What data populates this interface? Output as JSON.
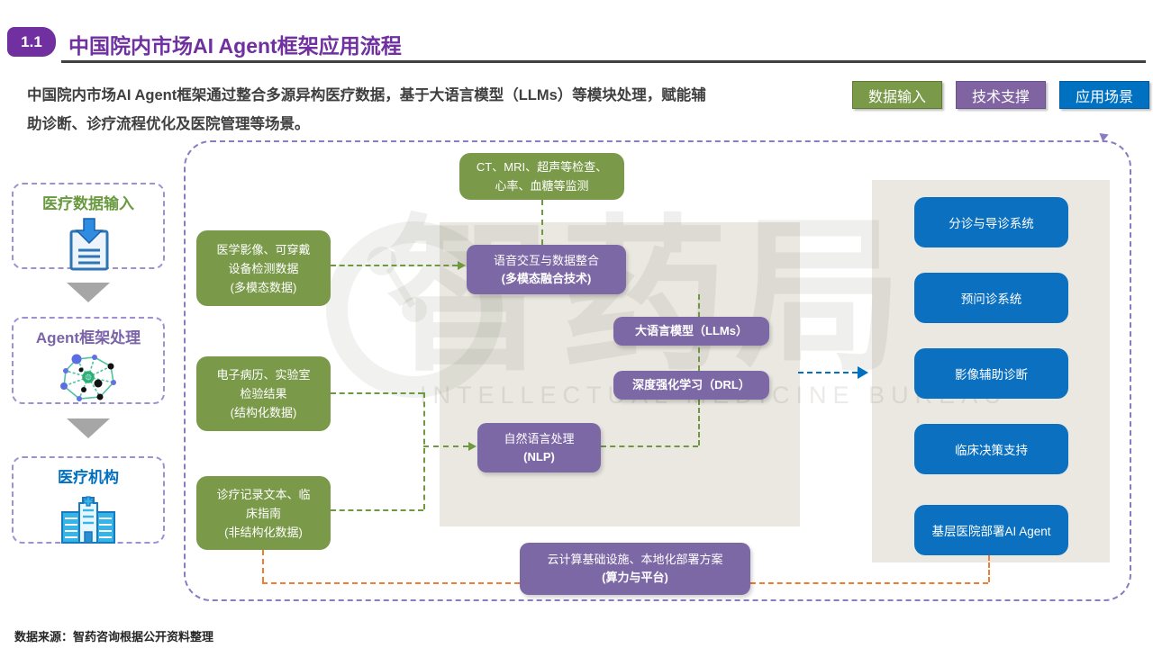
{
  "header": {
    "badge": "1.1",
    "title": "中国院内市场AI Agent框架应用流程",
    "description_line1": "中国院内市场AI Agent框架通过整合多源异构医疗数据，基于大语言模型（LLMs）等模块处理，赋能辅",
    "description_line2": "助诊断、诊疗流程优化及医院管理等场景。",
    "legend": [
      {
        "label": "数据输入",
        "color": "#7a9a4a"
      },
      {
        "label": "技术支撑",
        "color": "#8064a2"
      },
      {
        "label": "应用场景",
        "color": "#0070c0"
      }
    ]
  },
  "left_flow": {
    "stage1": {
      "label": "医疗数据输入",
      "icon": "document-import-icon"
    },
    "stage2": {
      "label": "Agent框架处理",
      "icon": "network-icon"
    },
    "stage3": {
      "label": "医疗机构",
      "icon": "hospital-icon"
    }
  },
  "diagram": {
    "monitor_box": {
      "line1": "CT、MRI、超声等检查、",
      "line2": "心率、血糖等监测"
    },
    "sources": [
      {
        "line1": "医学影像、可穿戴",
        "line2": "设备检测数据",
        "line3": "(多模态数据)"
      },
      {
        "line1": "电子病历、实验室",
        "line2": "检验结果",
        "line3": "(结构化数据)"
      },
      {
        "line1": "诊疗记录文本、临",
        "line2": "床指南",
        "line3": "(非结构化数据)"
      }
    ],
    "tech": {
      "voice_line1": "语音交互与数据整合",
      "voice_line2": "(多模态融合技术)",
      "llm": "大语言模型（LLMs）",
      "drl": "深度强化学习（DRL）",
      "nlp_line1": "自然语言处理",
      "nlp_line2": "(NLP)",
      "cloud_line1": "云计算基础设施、本地化部署方案",
      "cloud_line2": "(算力与平台)"
    },
    "applications": [
      "分诊与导诊系统",
      "预问诊系统",
      "影像辅助诊断",
      "临床决策支持",
      "基层医院部署AI Agent"
    ],
    "watermark": {
      "cn": "智药局",
      "en": "INTELLECTUAL MEDICINE BUREAU"
    }
  },
  "footer": {
    "source": "数据来源：智药咨询根据公开资料整理"
  },
  "colors": {
    "title_purple": "#7030a0",
    "data_green": "#7a9a4a",
    "tech_purple": "#7d68a6",
    "app_blue": "#0a70bf",
    "connector_green": "#6f9940",
    "connector_orange": "#ed7d31",
    "connector_blue": "#0070c0",
    "panel_gray": "#eae8e1",
    "frame_purple": "#8b7cc0"
  }
}
